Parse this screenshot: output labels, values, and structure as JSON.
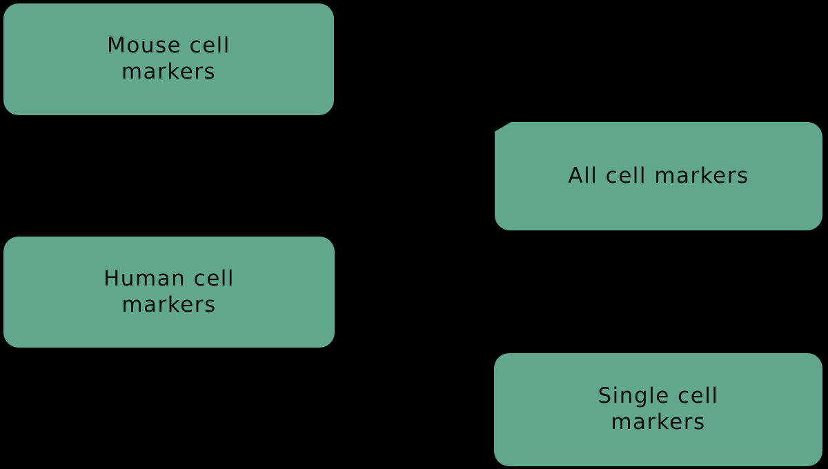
{
  "diagram": {
    "background_color": "#000000",
    "node_fill_color": "#60a78c",
    "node_text_color": "#0d0d0d",
    "connector_color": "#000000",
    "nodes": [
      {
        "id": "mouse-cell-markers",
        "label": "Mouse cell\nmarkers"
      },
      {
        "id": "all-cell-markers",
        "label": "All cell markers"
      },
      {
        "id": "human-cell-markers",
        "label": "Human cell\nmarkers"
      },
      {
        "id": "single-cell-markers",
        "label": "Single cell\nmarkers"
      }
    ],
    "icons": [
      {
        "name": "arrowhead-icon",
        "shape": "black-triangle",
        "position": "overlapping top-left corner of all-cell-markers node"
      }
    ]
  }
}
